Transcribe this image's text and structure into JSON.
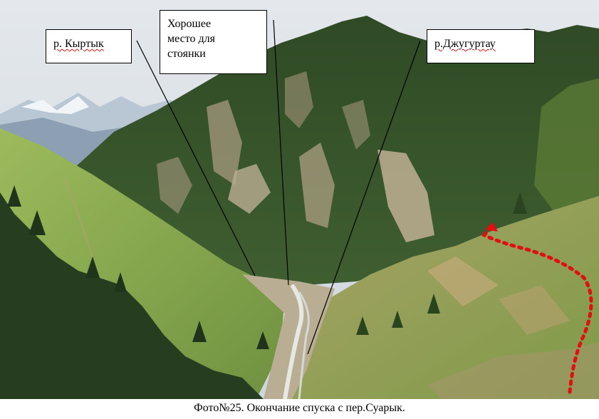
{
  "labels": {
    "kyrtyk": "р. Кыртык",
    "stoyanka": "Хорошее\nместо для\nстоянки",
    "dzhugurtau": "р.Джугуртау"
  },
  "caption": "Фото№25. Окончание спуска с пер.Суарык.",
  "colors": {
    "sky": "#d8e0e6",
    "forest": "#36552a",
    "meadow": "#8fae52",
    "rock": "#b5a68a",
    "route": "#e01010"
  }
}
